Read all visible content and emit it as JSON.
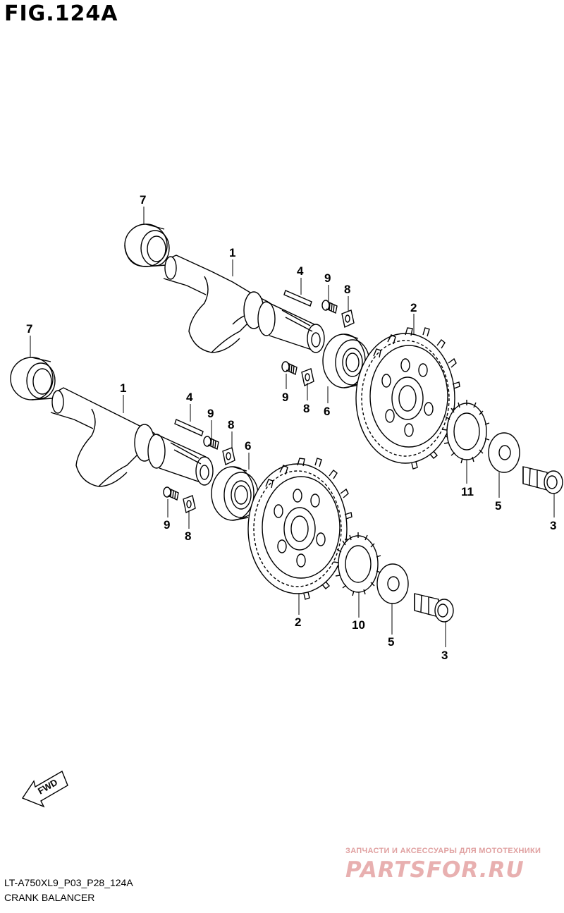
{
  "figure": {
    "title": "FIG.124A",
    "code": "LT-A750XL9_P03_P28_124A",
    "name": "CRANK BALANCER"
  },
  "direction_arrow": {
    "label": "FWD"
  },
  "watermark": {
    "tagline": "ЗАПЧАСТИ И АКСЕССУАРЫ ДЛЯ МОТОТЕХНИКИ",
    "logo": "PARTSFOR.RU"
  },
  "callouts": {
    "upper": [
      "7",
      "1",
      "4",
      "9",
      "8",
      "2",
      "9",
      "8",
      "6",
      "11",
      "5",
      "3"
    ],
    "lower": [
      "7",
      "1",
      "4",
      "9",
      "8",
      "6",
      "9",
      "8",
      "2",
      "10",
      "5",
      "3"
    ]
  }
}
